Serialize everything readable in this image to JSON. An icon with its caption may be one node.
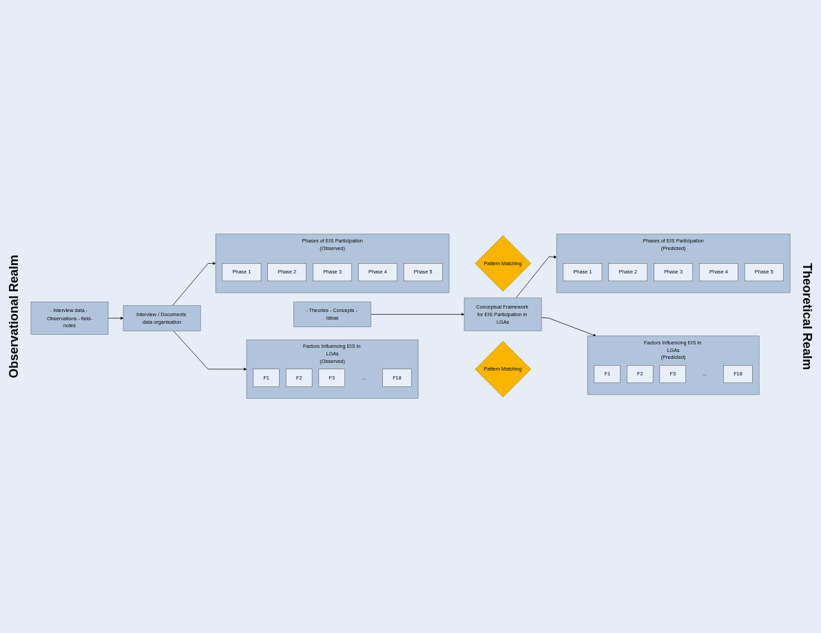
{
  "diagram": {
    "nodes": [
      {
        "text": [
          "- Interview data - Observations - field-notes"
        ]
      },
      {
        "text": [
          "Interview / Documents data organisation"
        ]
      },
      {
        "text": [
          "Phases of EIS Participation",
          "(Observed)"
        ]
      },
      {
        "text": [
          "Phase 1"
        ],
        "in": 2
      },
      {
        "text": [
          "Phase 2"
        ],
        "in": 2
      },
      {
        "text": [
          "Phase 3"
        ],
        "in": 2
      },
      {
        "text": [
          "Phase 4"
        ],
        "in": 2
      },
      {
        "text": [
          "Phase 5"
        ],
        "in": 2
      },
      {
        "text": [
          "Factors Influencing EIS in LGAs",
          "(Observed)"
        ]
      },
      {
        "text": [
          "F1"
        ],
        "in": 8
      },
      {
        "text": [
          "F2"
        ],
        "in": 8
      },
      {
        "text": [
          "F3"
        ],
        "in": 8
      },
      {
        "text": [
          "..."
        ],
        "in": 8
      },
      {
        "text": [
          "F18"
        ],
        "in": 8
      },
      {
        "text": [
          "Pattern Matching"
        ]
      },
      {
        "text": [
          "Pattern Matching"
        ]
      },
      {
        "text": [
          "Phases of EIS Participation",
          "(Predicted)"
        ]
      },
      {
        "text": [
          "Phase 1"
        ],
        "in": 16
      },
      {
        "text": [
          "Phase 2"
        ],
        "in": 16
      },
      {
        "text": [
          "Phase 3"
        ],
        "in": 16
      },
      {
        "text": [
          "Phase 4"
        ],
        "in": 16
      },
      {
        "text": [
          "Phase 5"
        ],
        "in": 16
      },
      {
        "text": [
          "Factors Influencing EIS in LGAs",
          "(Predicted)"
        ]
      },
      {
        "text": [
          "F1"
        ],
        "in": 22
      },
      {
        "text": [
          "F2"
        ],
        "in": 22
      },
      {
        "text": [
          "F3"
        ],
        "in": 22
      },
      {
        "text": [
          "..."
        ],
        "in": 22
      },
      {
        "text": [
          "F18"
        ],
        "in": 22
      },
      {
        "text": [
          "Conceptual Framework for EIS Participation in LGAs"
        ]
      },
      {
        "text": [
          "- Theories - Concepts - Ideas"
        ]
      }
    ],
    "edges": [
      {
        "from": 0,
        "to": 1,
        "arrow": "to"
      },
      {
        "from": 1,
        "to": 2,
        "arrow": "to"
      },
      {
        "from": 1,
        "to": 8,
        "arrow": "to"
      },
      {
        "from": 28,
        "to": 16,
        "arrow": "to"
      },
      {
        "from": 28,
        "to": 22,
        "arrow": "to"
      },
      {
        "from": 29,
        "to": 28,
        "arrow": "to"
      }
    ],
    "labels": [
      "Observational Realm",
      "Theoretical Realm"
    ]
  }
}
